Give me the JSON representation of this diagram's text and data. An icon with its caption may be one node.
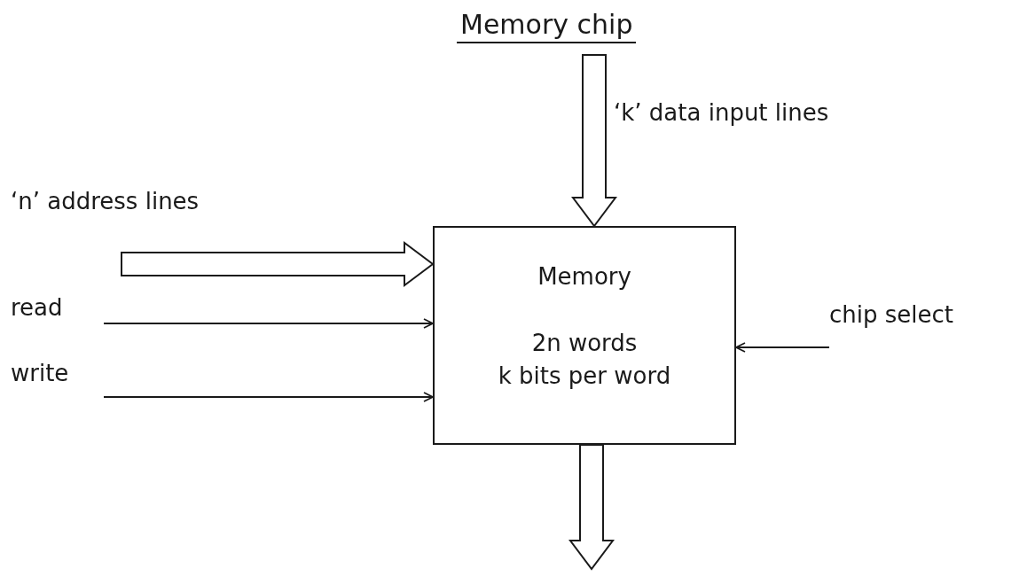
{
  "diagram": {
    "title": "Memory chip",
    "nodes": [
      {
        "text": [
          "Memory",
          "2n words",
          "k bits per word"
        ]
      },
      {
        "text": [
          "read"
        ]
      },
      {
        "text": [
          "write"
        ]
      },
      {
        "text": [
          "chip select"
        ]
      }
    ],
    "edges": [
      {
        "from": null,
        "to": 0,
        "arrow": "to",
        "style": "thick",
        "label": "‘k’ data input lines"
      },
      {
        "from": null,
        "to": 0,
        "arrow": "to",
        "style": "thick",
        "label": "‘n’ address lines"
      },
      {
        "from": 1,
        "to": 0,
        "arrow": "to"
      },
      {
        "from": 2,
        "to": 0,
        "arrow": "to"
      },
      {
        "from": 3,
        "to": 0,
        "arrow": "to"
      },
      {
        "from": 0,
        "to": null,
        "arrow": "to",
        "style": "thick"
      }
    ]
  }
}
